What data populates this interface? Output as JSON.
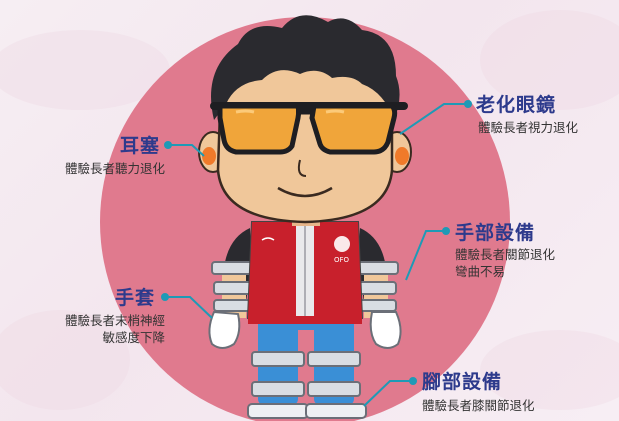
{
  "labels": {
    "earplugs": {
      "title": "耳塞",
      "desc": [
        "體驗長者聽力退化"
      ]
    },
    "glasses": {
      "title": "老化眼鏡",
      "desc": [
        "體驗長者視力退化"
      ]
    },
    "hand_device": {
      "title": "手部設備",
      "desc": [
        "體驗長者關節退化",
        "彎曲不易"
      ]
    },
    "gloves": {
      "title": "手套",
      "desc": [
        "體驗長者末梢神經",
        "敏感度下降"
      ]
    },
    "foot_device": {
      "title": "腳部設備",
      "desc": [
        "體驗長者膝關節退化"
      ]
    }
  },
  "vest_logo": "OFO",
  "colors": {
    "circle": "#e07a8e",
    "title": "#2d3a8c",
    "accent": "#1e9ab6",
    "vest": "#c8202c",
    "pants": "#3a8fd6"
  }
}
